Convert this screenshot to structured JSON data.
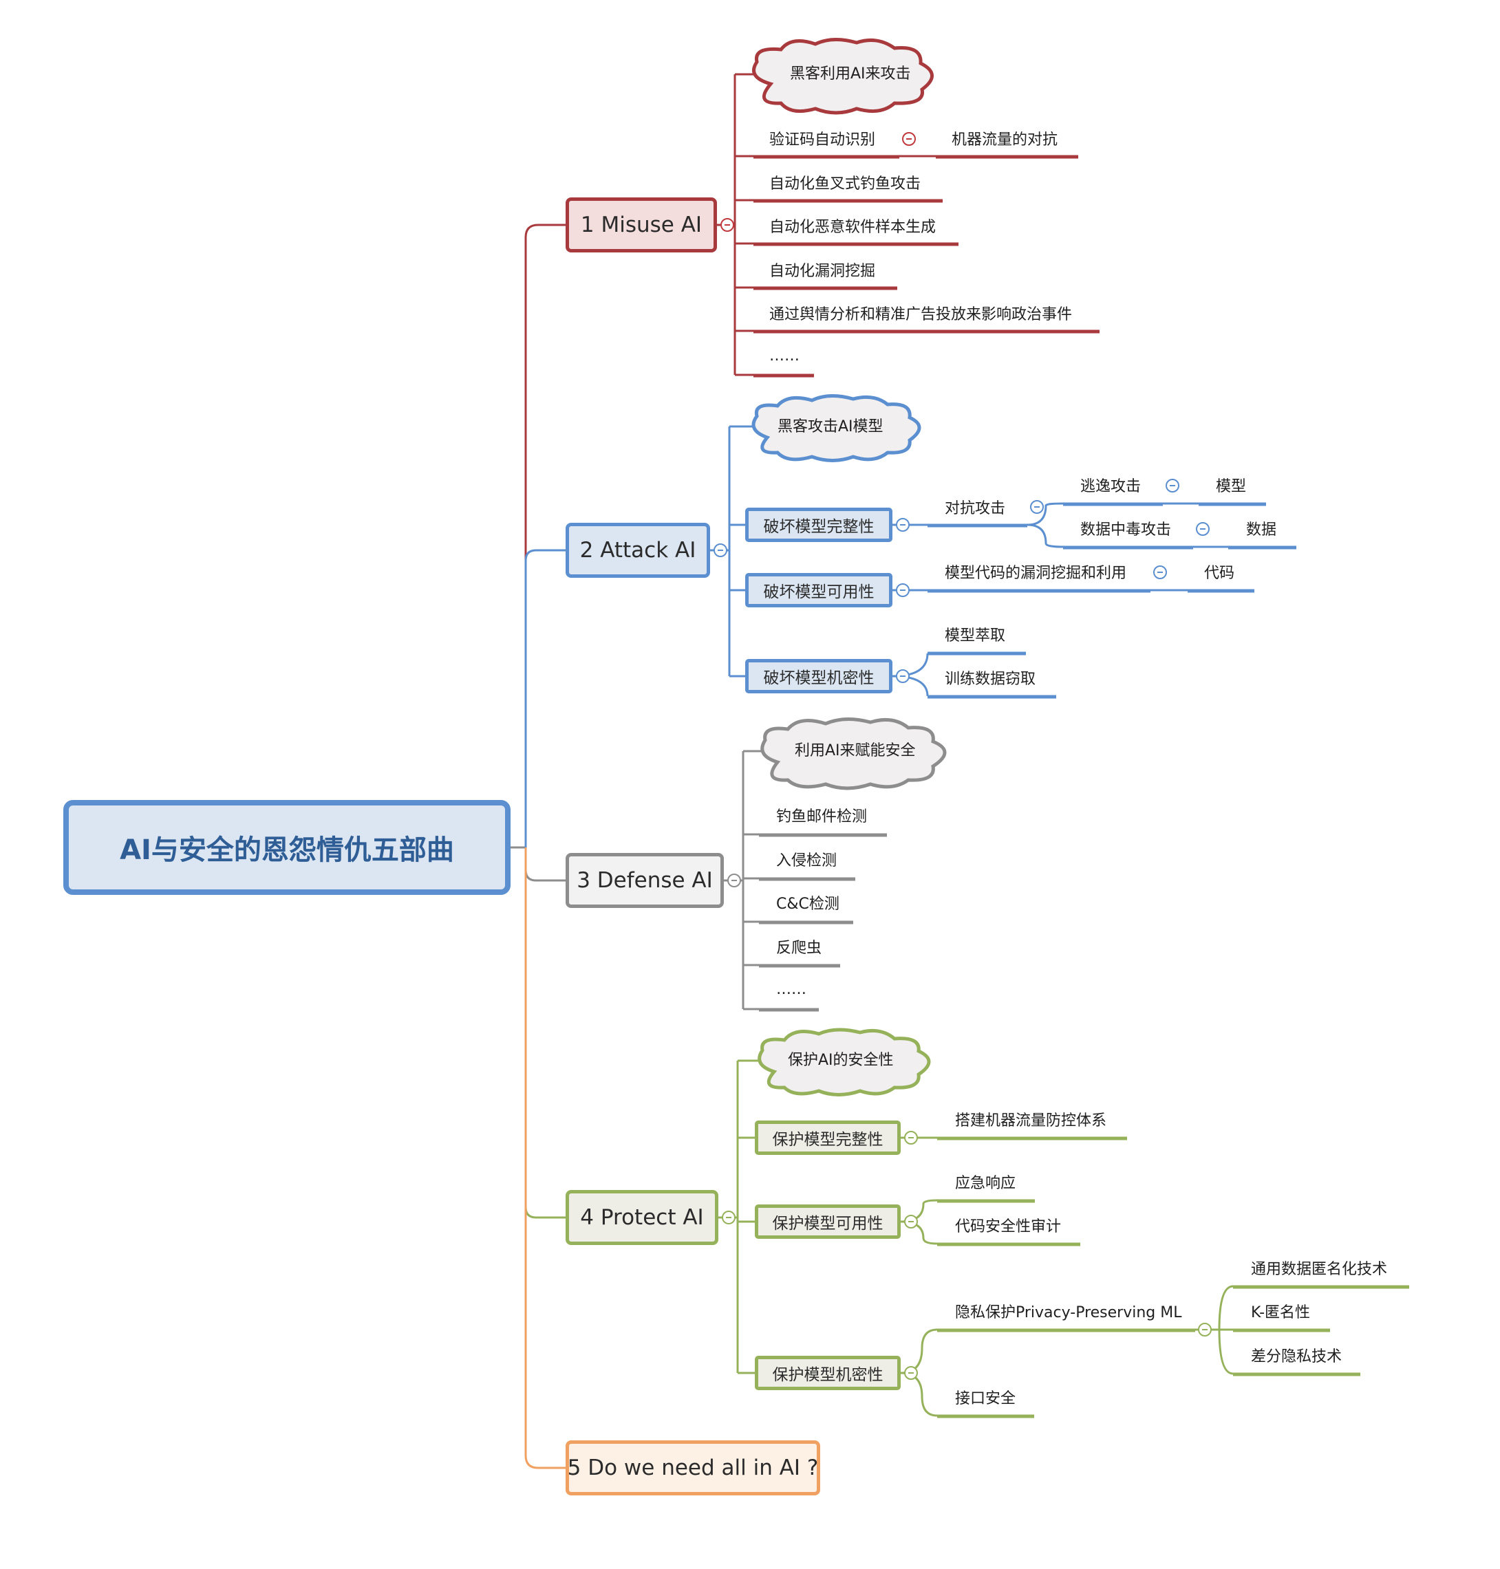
{
  "root": {
    "title": "AI与安全的恩怨情仇五部曲"
  },
  "branches": {
    "misuse": {
      "title": "1 Misuse AI",
      "cloud": "黑客利用AI来攻击",
      "items": [
        "验证码自动识别",
        "自动化鱼叉式钓鱼攻击",
        "自动化恶意软件样本生成",
        "自动化漏洞挖掘",
        "通过舆情分析和精准广告投放来影响政治事件",
        "……"
      ],
      "captcha_child": "机器流量的对抗"
    },
    "attack": {
      "title": "2 Attack AI",
      "cloud": "黑客攻击AI模型",
      "integrity": {
        "label": "破坏模型完整性",
        "adversarial": "对抗攻击",
        "evasion": "逃逸攻击",
        "evasion_child": "模型",
        "poisoning": "数据中毒攻击",
        "poisoning_child": "数据"
      },
      "availability": {
        "label": "破坏模型可用性",
        "vuln": "模型代码的漏洞挖掘和利用",
        "vuln_child": "代码"
      },
      "confidentiality": {
        "label": "破坏模型机密性",
        "items": [
          "模型萃取",
          "训练数据窃取"
        ]
      }
    },
    "defense": {
      "title": "3 Defense AI",
      "cloud": "利用AI来赋能安全",
      "items": [
        "钓鱼邮件检测",
        "入侵检测",
        "C&C检测",
        "反爬虫",
        "……"
      ]
    },
    "protect": {
      "title": "4 Protect AI",
      "cloud": "保护AI的安全性",
      "integrity": {
        "label": "保护模型完整性",
        "items": [
          "搭建机器流量防控体系"
        ]
      },
      "availability": {
        "label": "保护模型可用性",
        "items": [
          "应急响应",
          "代码安全性审计"
        ]
      },
      "confidentiality": {
        "label": "保护模型机密性",
        "privacy": "隐私保护Privacy-Preserving ML",
        "privacy_children": [
          "通用数据匿名化技术",
          "K-匿名性",
          "差分隐私技术"
        ],
        "interface": "接口安全"
      }
    },
    "need": {
      "title": "5 Do we need all in AI ?"
    }
  },
  "colors": {
    "red": "#a83a3d",
    "blue": "#5b8fd0",
    "gray": "#8d8d8d",
    "green": "#95b25a",
    "orange": "#f0a060"
  }
}
